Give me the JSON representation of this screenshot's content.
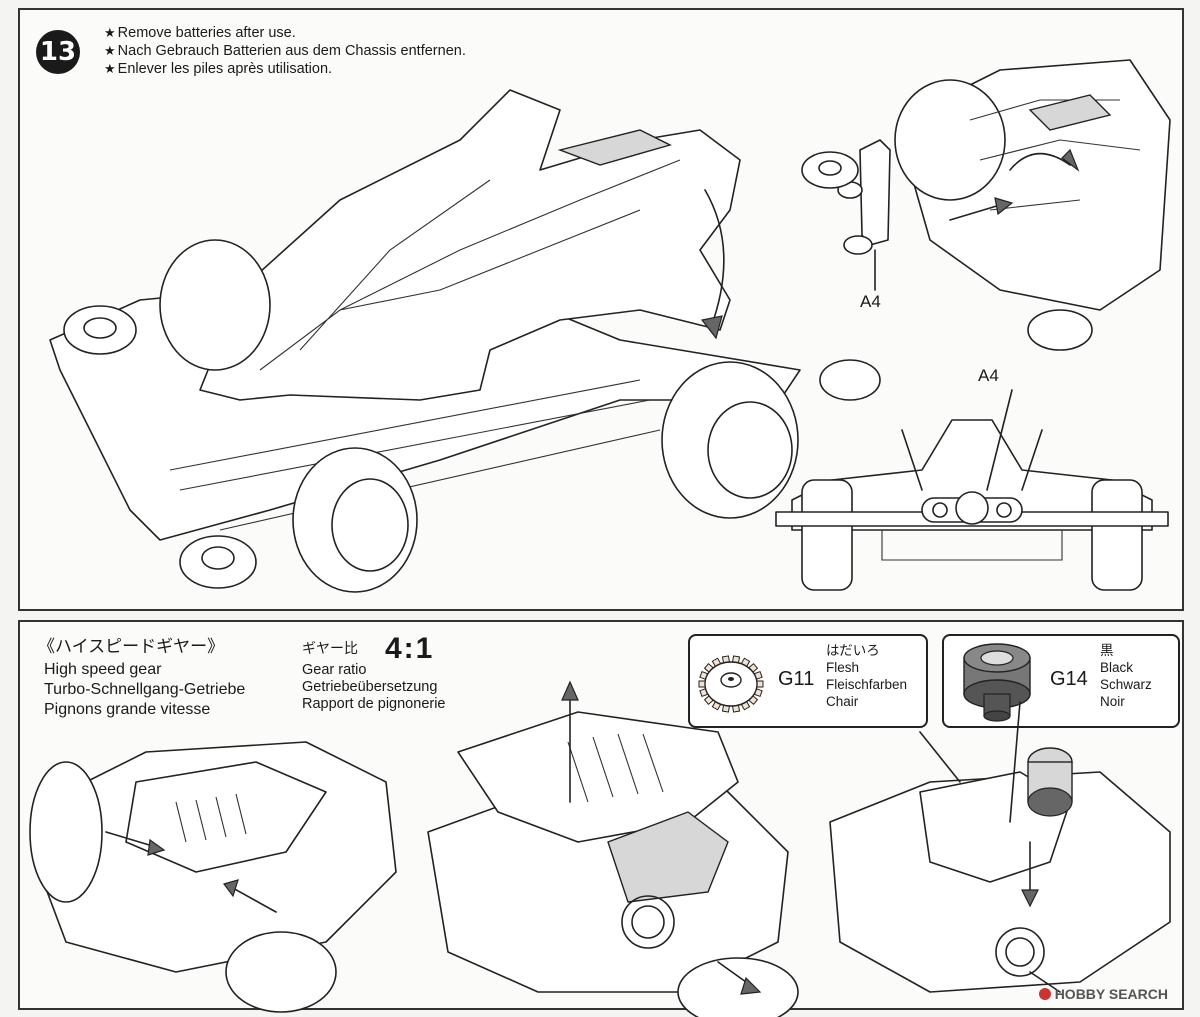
{
  "step": {
    "number": "13",
    "warnings": [
      "Remove batteries after use.",
      "Nach Gebrauch Batterien aus dem Chassis entfernen.",
      "Enlever les piles après utilisation."
    ],
    "star": "★",
    "part_label_top": "A4",
    "part_label_rear": "A4"
  },
  "gear_section": {
    "title_jp": "《ハイスピードギヤー》",
    "names": [
      "High speed gear",
      "Turbo-Schnellgang-Getriebe",
      "Pignons grande vitesse"
    ],
    "ratio_jp": "ギヤー比",
    "ratio_value": "4:1",
    "ratio_names": [
      "Gear ratio",
      "Getriebeübersetzung",
      "Rapport de pignonerie"
    ]
  },
  "gears": [
    {
      "code": "G11",
      "color_jp": "はだいろ",
      "color_names": [
        "Flesh",
        "Fleischfarben",
        "Chair"
      ],
      "swatch": "#f2e2cf"
    },
    {
      "code": "G14",
      "color_jp": "黒",
      "color_names": [
        "Black",
        "Schwarz",
        "Noir"
      ],
      "swatch": "#333333"
    }
  ],
  "watermark": "HOBBY SEARCH"
}
